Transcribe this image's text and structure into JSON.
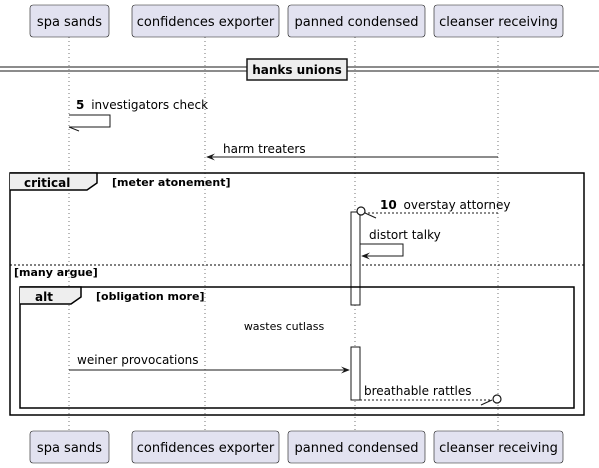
{
  "participants": [
    {
      "id": "p1",
      "label": "spa sands"
    },
    {
      "id": "p2",
      "label": "confidences exporter"
    },
    {
      "id": "p3",
      "label": "panned condensed"
    },
    {
      "id": "p4",
      "label": "cleanser receiving"
    }
  ],
  "divider": {
    "label": "hanks unions"
  },
  "messages": {
    "m5_num": "5",
    "m5_text": "investigators check",
    "m_harm": "harm treaters",
    "m10_num": "10",
    "m10_text": "overstay attorney",
    "m_distort": "distort talky",
    "m_weiner": "weiner provocations",
    "m_breathable": "breathable rattles"
  },
  "critical": {
    "keyword": "critical",
    "condition": "[meter atonement]",
    "else_condition": "[many argue]"
  },
  "alt": {
    "keyword": "alt",
    "condition": "[obligation more]"
  },
  "delay": {
    "label": "wastes cutlass"
  },
  "colors": {
    "participant_fill": "#e2e2f0",
    "participant_stroke": "#181818",
    "line": "#181818",
    "lifeline": "#181818"
  }
}
